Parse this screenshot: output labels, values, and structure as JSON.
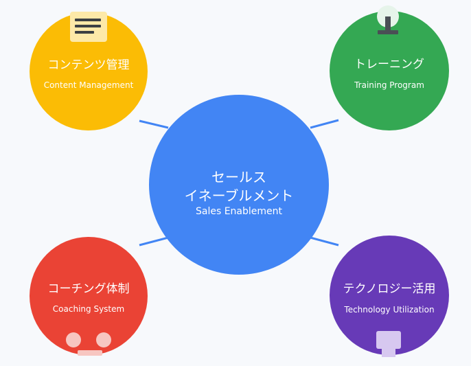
{
  "colors": {
    "center": "#4285f4",
    "content": "#fbbc05",
    "training": "#34a853",
    "coaching": "#ea4335",
    "technology": "#673ab7",
    "connector": "#4285f4"
  },
  "center": {
    "title_line1": "セールス",
    "title_line2": "イネーブルメント",
    "subtitle": "Sales Enablement"
  },
  "nodes": {
    "content": {
      "title": "コンテンツ管理",
      "subtitle": "Content Management",
      "icon": "document-icon"
    },
    "training": {
      "title": "トレーニング",
      "subtitle": "Training Program",
      "icon": "trophy-icon"
    },
    "coaching": {
      "title": "コーチング体制",
      "subtitle": "Coaching System",
      "icon": "people-icon"
    },
    "technology": {
      "title": "テクノロジー活用",
      "subtitle": "Technology Utilization",
      "icon": "device-icon"
    }
  }
}
